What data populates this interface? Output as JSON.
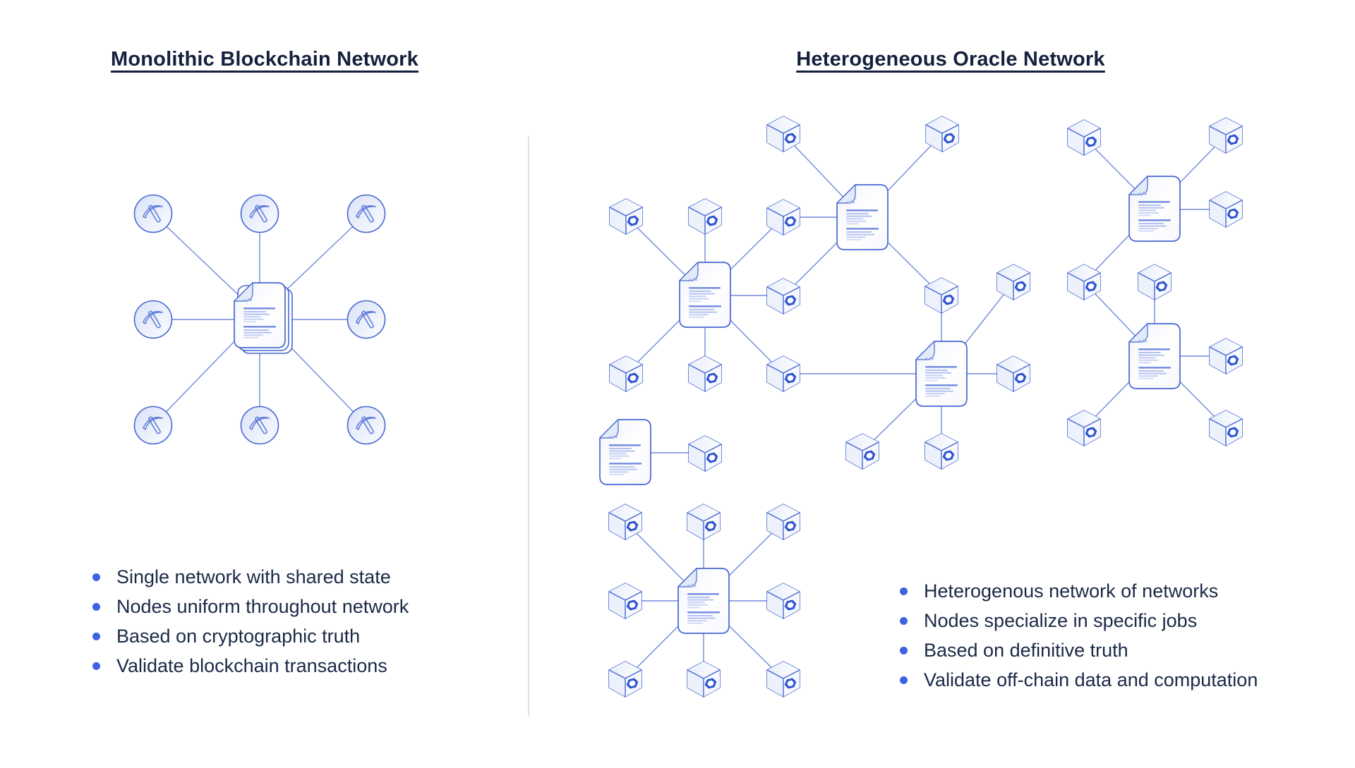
{
  "left_panel": {
    "title": "Monolithic Blockchain Network",
    "bullets": [
      "Single network with shared state",
      "Nodes uniform throughout network",
      "Based on cryptographic truth",
      "Validate blockchain transactions"
    ],
    "diagram": {
      "type": "hub-and-spoke",
      "hub_icon": "blockchain-ledger-document-stack",
      "spoke_icon": "miner-pickaxe-node",
      "spoke_count": 8
    }
  },
  "right_panel": {
    "title": "Heterogeneous Oracle Network",
    "bullets": [
      "Heterogenous network of networks",
      "Nodes specialize in specific jobs",
      "Based on definitive truth",
      "Validate off-chain data and computation"
    ],
    "diagram": {
      "type": "network-of-networks",
      "node_icon": "oracle-hexagon-node",
      "hub_icon": "oracle-contract-document",
      "clusters": [
        {
          "id": "A",
          "oracle_nodes": 5
        },
        {
          "id": "B",
          "oracle_nodes": 7
        },
        {
          "id": "C",
          "oracle_nodes": 4
        },
        {
          "id": "D",
          "oracle_nodes": 6
        },
        {
          "id": "E",
          "oracle_nodes": 5
        },
        {
          "id": "F",
          "oracle_nodes": 1
        },
        {
          "id": "G",
          "oracle_nodes": 8
        }
      ],
      "shared_bridge_nodes": 5,
      "total_oracle_nodes": 31
    }
  },
  "doc_glyph": "</>",
  "colors": {
    "node_stroke": "#4767d2",
    "edge_line": "#7188da",
    "glyph_blue": "#2e54d0",
    "bullet_dot": "#3d63e3",
    "body_text": "#1b2947",
    "title_text": "#15203d",
    "divider": "#dde3ef",
    "fill_tint": "#e9eefb"
  }
}
